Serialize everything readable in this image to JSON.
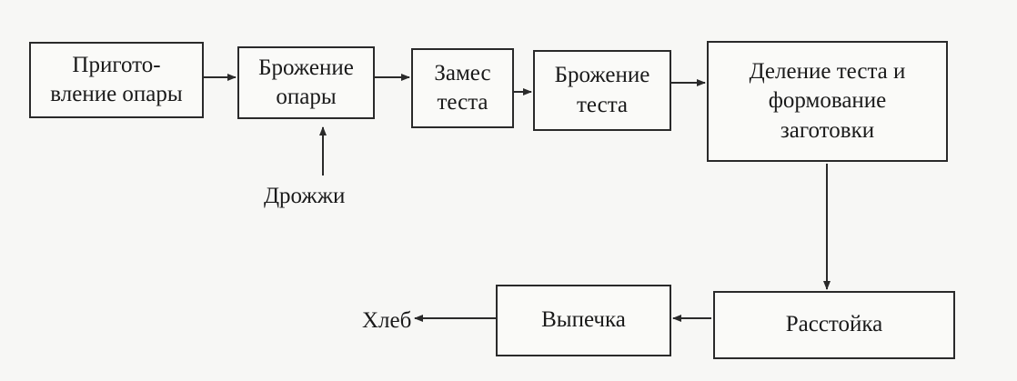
{
  "diagram": {
    "nodes": {
      "prep": [
        "Пригото-",
        "вление опары"
      ],
      "ferment_sponge": [
        "Брожение",
        "опары"
      ],
      "kneading": [
        "Замес",
        "теста"
      ],
      "ferment_dough": [
        "Брожение",
        "теста"
      ],
      "dividing": [
        "Деление теста и",
        "формование",
        "заготовки"
      ],
      "proofing": [
        "Расстойка"
      ],
      "baking": [
        "Выпечка"
      ]
    },
    "labels": {
      "yeast": "Дрожжи",
      "bread": "Хлеб"
    },
    "colors": {
      "line": "#2a2a2a",
      "background": "#f7f7f5"
    }
  }
}
